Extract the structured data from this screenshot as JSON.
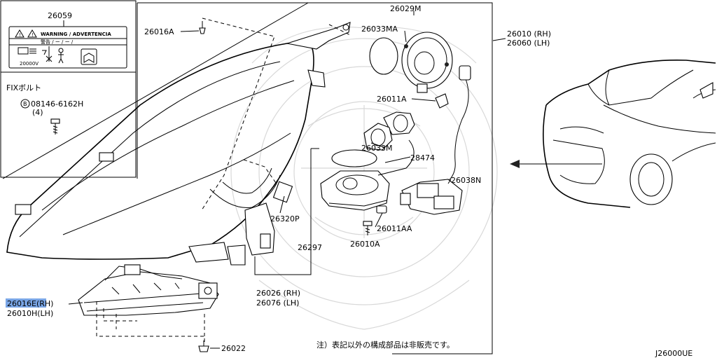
{
  "labels": {
    "p26059": "26059",
    "p26016A": "26016A",
    "p26029M": "26029M",
    "p26033MA": "26033MA",
    "p26010_rh": "26010 (RH)",
    "p26060_lh": "26060 (LH)",
    "fix": "FIXボルト",
    "bolt": "08146-6162H",
    "bolt_qty": "(4)",
    "p26011A": "26011A",
    "p26033M": "26033M",
    "p28474": "28474",
    "p26038N": "26038N",
    "p26320P": "26320P",
    "p26011AA": "26011AA",
    "p26010A": "26010A",
    "p26297": "26297",
    "p26026_rh": "26026 (RH)",
    "p26076_lh": "26076 (LH)",
    "p26016E_rh": "26016E(RH)",
    "p26010H_lh": "26010H(LH)",
    "p26022": "26022",
    "note": "注）表記以外の構成部品は非販売です。",
    "diagram_id": "J26000UE"
  },
  "warning_label": {
    "title": "WARNING / ADVERTENCIA",
    "subtitle": "警告 / ー / ー /",
    "voltage": "20000V"
  },
  "colors": {
    "highlight": "#7aa6e6"
  }
}
